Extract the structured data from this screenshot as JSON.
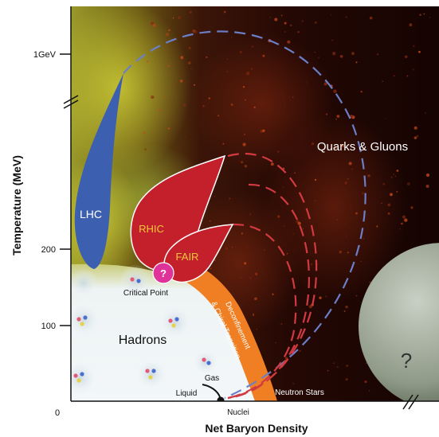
{
  "axes": {
    "y_title": "Temperature (MeV)",
    "x_title": "Net Baryon Density",
    "y_ticks": [
      "1GeV",
      "200",
      "100"
    ],
    "origin": "0"
  },
  "regions": {
    "lhc": "LHC",
    "rhic": "RHIC",
    "fair": "FAIR",
    "qgp": "Quarks & Gluons",
    "hadrons": "Hadrons",
    "critical_marker": "?",
    "critical_label": "Critical Point",
    "transition_line1": "Deconfinement",
    "transition_line2": "& Chiral Transition",
    "neutron_stars": "Neutron Stars",
    "unknown": "?",
    "gas": "Gas",
    "liquid": "Liquid",
    "nuclei": "Nuclei"
  },
  "colors": {
    "lhc": "#3d5fb0",
    "rhic": "#c8202c",
    "fair": "#c8202c",
    "critical": "#e0339a",
    "transition": "#f07f23",
    "qgp_bg": "#1a0603",
    "hadron_bg": "#f1f6f8"
  }
}
